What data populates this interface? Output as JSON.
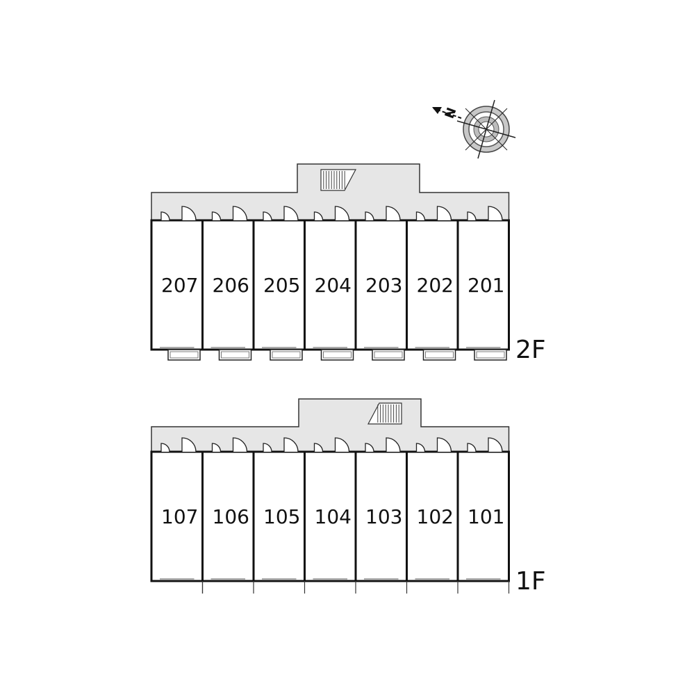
{
  "compass": {
    "north_letter": "N"
  },
  "floors": [
    {
      "id": "floor-2",
      "label": "2F",
      "units": [
        "207",
        "206",
        "205",
        "204",
        "203",
        "202",
        "201"
      ],
      "has_balconies": true
    },
    {
      "id": "floor-1",
      "label": "1F",
      "units": [
        "107",
        "106",
        "105",
        "104",
        "103",
        "102",
        "101"
      ],
      "has_balconies": false
    }
  ],
  "colors": {
    "corridor": "#e6e6e6",
    "wall": "#111111",
    "unit_fill": "#ffffff"
  }
}
